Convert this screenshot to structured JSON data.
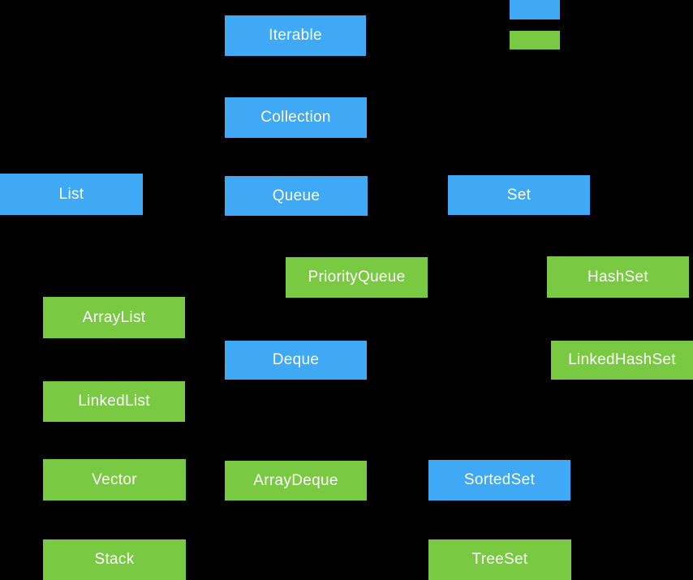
{
  "colors": {
    "background": "#000000",
    "interface_fill": "#3FA9F5",
    "class_fill": "#7AC943",
    "label_text": "#FFFFFF"
  },
  "legend": {
    "swatches": [
      {
        "icon": "interface-blue-swatch",
        "kind": "interface"
      },
      {
        "icon": "class-green-swatch",
        "kind": "class"
      }
    ]
  },
  "diagram": {
    "nodes": [
      {
        "label": "Iterable",
        "kind": "interface"
      },
      {
        "label": "Collection",
        "kind": "interface"
      },
      {
        "label": "List",
        "kind": "interface"
      },
      {
        "label": "Queue",
        "kind": "interface"
      },
      {
        "label": "Set",
        "kind": "interface"
      },
      {
        "label": "PriorityQueue",
        "kind": "class"
      },
      {
        "label": "HashSet",
        "kind": "class"
      },
      {
        "label": "ArrayList",
        "kind": "class"
      },
      {
        "label": "Deque",
        "kind": "interface"
      },
      {
        "label": "LinkedHashSet",
        "kind": "class"
      },
      {
        "label": "LinkedList",
        "kind": "class"
      },
      {
        "label": "Vector",
        "kind": "class"
      },
      {
        "label": "ArrayDeque",
        "kind": "class"
      },
      {
        "label": "SortedSet",
        "kind": "interface"
      },
      {
        "label": "Stack",
        "kind": "class"
      },
      {
        "label": "TreeSet",
        "kind": "class"
      }
    ]
  }
}
